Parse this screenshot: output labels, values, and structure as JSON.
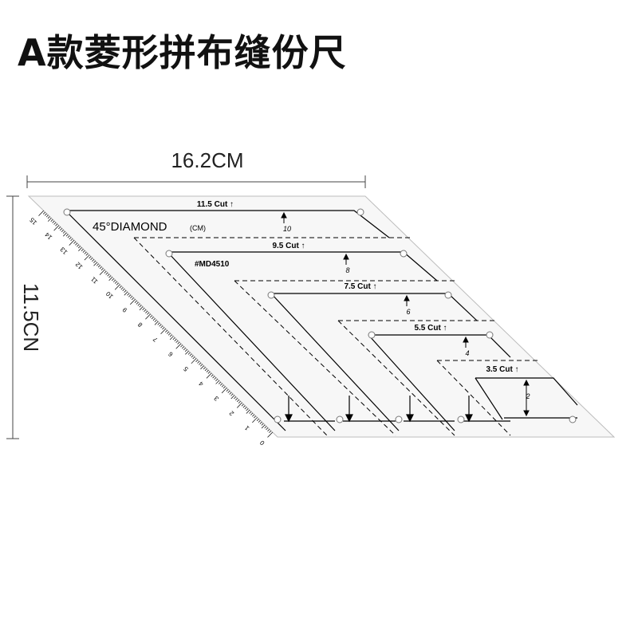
{
  "title": "A款菱形拼布缝份尺",
  "dimensions": {
    "width_label": "16.2CM",
    "height_label": "11.5CN"
  },
  "ruler": {
    "name_main": "45°DIAMOND",
    "name_unit": "(CM)",
    "model": "#MD4510",
    "scale_numbers": [
      "15",
      "14",
      "13",
      "12",
      "11",
      "10",
      "9",
      "8",
      "7",
      "6",
      "5",
      "4",
      "3",
      "2",
      "1",
      "0"
    ],
    "cut_labels": [
      "11.5 Cut ↑",
      "9.5 Cut ↑",
      "7.5 Cut ↑",
      "5.5 Cut ↑",
      "3.5 Cut ↑"
    ],
    "height_markers": [
      "10",
      "8",
      "6",
      "4",
      "2"
    ]
  }
}
